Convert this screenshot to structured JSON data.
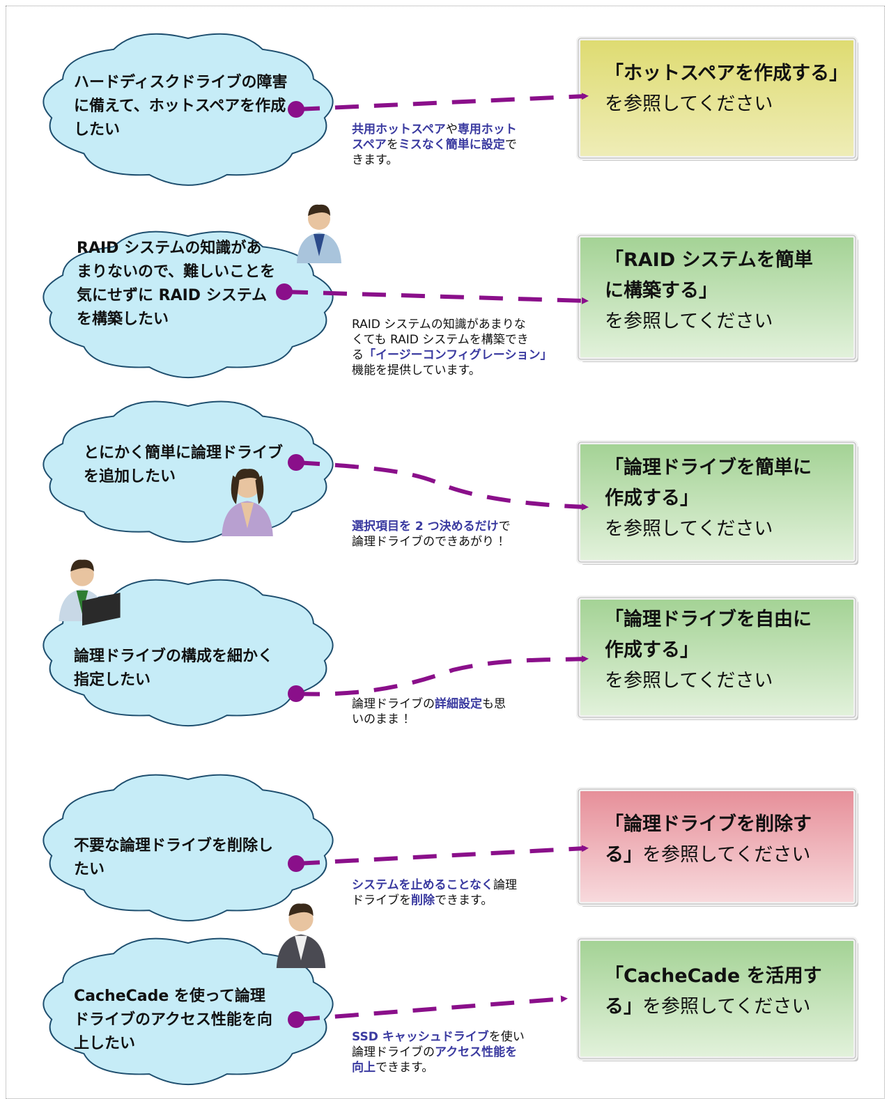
{
  "rows": [
    {
      "cloud": [
        "ハードディスクドライブの障害",
        "に備えて、ホットスペアを作成",
        "したい"
      ],
      "box_title": [
        "「ホットスペアを作成する」"
      ],
      "box_suffix": "を参照してください",
      "box_color": "#e0dc7a",
      "note": [
        [
          {
            "t": "共用ホットスペア",
            "s": "hl"
          },
          {
            "t": "や",
            "s": "n"
          },
          {
            "t": "専用ホット",
            "s": "hl"
          }
        ],
        [
          {
            "t": "スペア",
            "s": "hl"
          },
          {
            "t": "を",
            "s": "n"
          },
          {
            "t": "ミスなく簡単に設定",
            "s": "hl"
          },
          {
            "t": "で",
            "s": "n"
          }
        ],
        [
          {
            "t": "きます。",
            "s": "n"
          }
        ]
      ]
    },
    {
      "cloud": [
        "RAID システムの知識があ",
        "まりないので、難しいことを",
        "気にせずに RAID システム",
        "を構築したい"
      ],
      "box_title": [
        "「RAID システムを簡単",
        "に構築する」"
      ],
      "box_suffix": "を参照してください",
      "box_color": "#a9d39a",
      "note": [
        [
          {
            "t": "RAID システムの知識があまりな",
            "s": "n"
          }
        ],
        [
          {
            "t": "くても RAID システムを構築でき",
            "s": "n"
          }
        ],
        [
          {
            "t": "る",
            "s": "n"
          },
          {
            "t": "「イージーコンフィグレーション」",
            "s": "hl"
          }
        ],
        [
          {
            "t": "機能を提供しています。",
            "s": "n"
          }
        ]
      ]
    },
    {
      "cloud": [
        "とにかく簡単に論理ドライブ",
        "を追加したい"
      ],
      "box_title": [
        "「論理ドライブを簡単に",
        "作成する」"
      ],
      "box_suffix": "を参照してください",
      "box_color": "#a9d39a",
      "note": [
        [
          {
            "t": "選択項目を 2 つ決めるだけ",
            "s": "hl"
          },
          {
            "t": "で",
            "s": "n"
          }
        ],
        [
          {
            "t": "論理ドライブのできあがり ！",
            "s": "n"
          }
        ]
      ]
    },
    {
      "cloud": [
        "論理ドライブの構成を細かく",
        "指定したい"
      ],
      "box_title": [
        "「論理ドライブを自由に",
        "作成する」"
      ],
      "box_suffix": "を参照してください",
      "box_color": "#a9d39a",
      "note": [
        [
          {
            "t": "論理ドライブの",
            "s": "n"
          },
          {
            "t": "詳細設定",
            "s": "hl"
          },
          {
            "t": "も思",
            "s": "n"
          }
        ],
        [
          {
            "t": "いのまま ！",
            "s": "n"
          }
        ]
      ]
    },
    {
      "cloud": [
        "不要な論理ドライブを削除し",
        "たい"
      ],
      "box_title": [
        "「論理ドライブを削除す"
      ],
      "box_title_inline": "る」",
      "box_suffix": "を参照してください",
      "box_color": "#e79aa2",
      "note": [
        [
          {
            "t": "システムを止めることなく",
            "s": "hl"
          },
          {
            "t": "論理",
            "s": "n"
          }
        ],
        [
          {
            "t": "ドライブを",
            "s": "n"
          },
          {
            "t": "削除",
            "s": "hl"
          },
          {
            "t": "できます。",
            "s": "n"
          }
        ]
      ]
    },
    {
      "cloud": [
        "CacheCade を使って論理",
        "ドライブのアクセス性能を向",
        "上したい"
      ],
      "box_title": [
        "「CacheCade を活用す"
      ],
      "box_title_inline": "る」",
      "box_suffix": "を参照してください",
      "box_color": "#a9d39a",
      "note": [
        [
          {
            "t": "SSD キャッシュドライブ",
            "s": "hl"
          },
          {
            "t": "を使い",
            "s": "n"
          }
        ],
        [
          {
            "t": "論理ドライブの",
            "s": "n"
          },
          {
            "t": "アクセス性能を",
            "s": "hl"
          }
        ],
        [
          {
            "t": "向上",
            "s": "hl"
          },
          {
            "t": "できます。",
            "s": "n"
          }
        ]
      ]
    }
  ],
  "colors": {
    "arrow": "#8a0f8a",
    "cloud_fill": "#c6ecf7",
    "cloud_stroke": "#1f4f6f",
    "highlight_text": "#3a3aa0"
  }
}
